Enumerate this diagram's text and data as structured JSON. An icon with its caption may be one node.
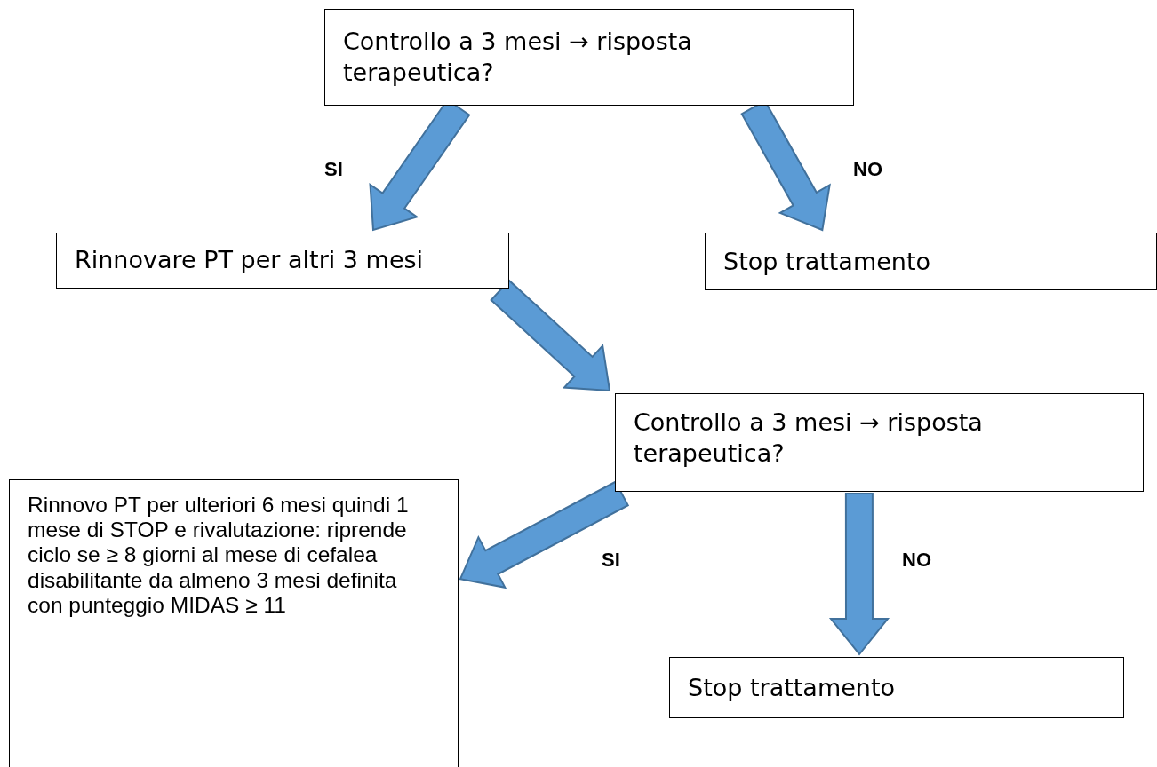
{
  "diagram": {
    "nodes": [
      {
        "text": [
          "Controllo a 3 mesi → risposta terapeutica?"
        ]
      },
      {
        "text": [
          "Rinnovare PT per altri 3 mesi"
        ]
      },
      {
        "text": [
          "Stop trattamento"
        ]
      },
      {
        "text": [
          "Controllo a 3 mesi → risposta terapeutica?"
        ]
      },
      {
        "text": [
          "Rinnovo PT per ulteriori 6 mesi quindi 1 mese di STOP e rivalutazione: riprende ciclo se ≥ 8 giorni al mese di cefalea disabilitante da almeno 3 mesi definita con punteggio MIDAS ≥ 11"
        ]
      },
      {
        "text": [
          "Stop trattamento"
        ]
      }
    ],
    "edges": [
      {
        "from": 0,
        "to": 1,
        "arrow": "to",
        "label": "SI"
      },
      {
        "from": 0,
        "to": 2,
        "arrow": "to",
        "label": "NO"
      },
      {
        "from": 1,
        "to": 3,
        "arrow": "to"
      },
      {
        "from": 3,
        "to": 4,
        "arrow": "to",
        "label": "SI"
      },
      {
        "from": 3,
        "to": 5,
        "arrow": "to",
        "label": "NO"
      }
    ]
  }
}
